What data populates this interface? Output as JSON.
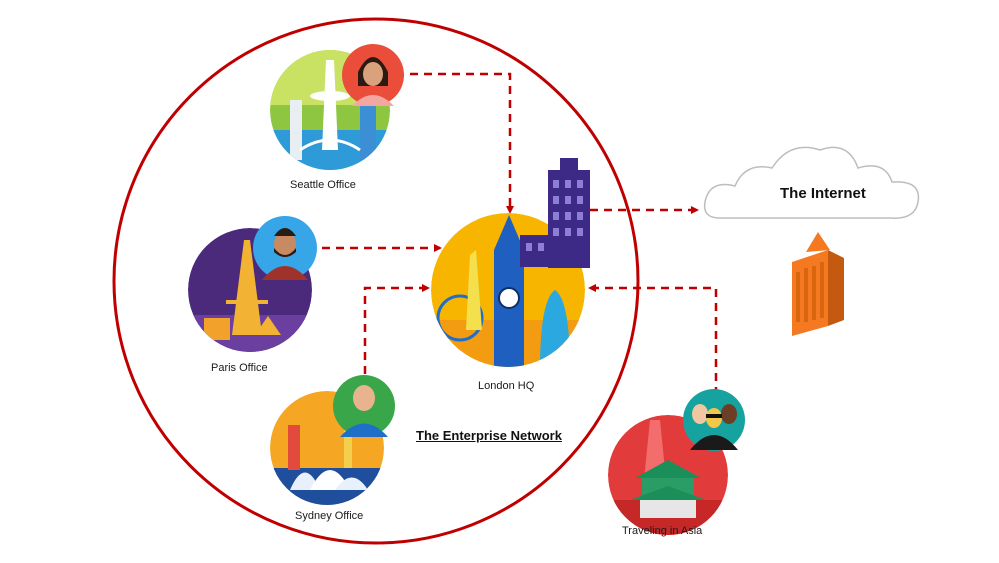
{
  "diagram": {
    "nodes": [
      {
        "id": "seattle",
        "label": "Seattle Office",
        "icon": "seattle-space-needle-icon",
        "person": "woman-avatar"
      },
      {
        "id": "paris",
        "label": "Paris Office",
        "icon": "paris-eiffel-tower-icon",
        "person": "bearded-man-avatar"
      },
      {
        "id": "sydney",
        "label": "Sydney  Office",
        "icon": "sydney-opera-house-icon",
        "person": "bald-man-avatar"
      },
      {
        "id": "london",
        "label": "London  HQ",
        "icon": "london-big-ben-icon"
      },
      {
        "id": "asia",
        "label": "Traveling in Asia",
        "icon": "asia-temple-icon",
        "person": "group-avatar"
      },
      {
        "id": "internet",
        "label": "The Internet",
        "icon": "cloud-icon"
      }
    ],
    "boundary_label": "The Enterprise Network",
    "edges": [
      {
        "from": "seattle",
        "to": "london"
      },
      {
        "from": "paris",
        "to": "london"
      },
      {
        "from": "sydney",
        "to": "london"
      },
      {
        "from": "asia",
        "to": "london"
      },
      {
        "from": "london",
        "to": "internet"
      }
    ],
    "colors": {
      "boundary": "#c00000",
      "arrow": "#c00000",
      "seattle_bg": "#8ec641",
      "paris_bg": "#4b2a7b",
      "sydney_bg": "#f5a623",
      "london_bg": "#f7b500",
      "asia_bg": "#e23b3b",
      "datacenter": "#f47920"
    }
  }
}
